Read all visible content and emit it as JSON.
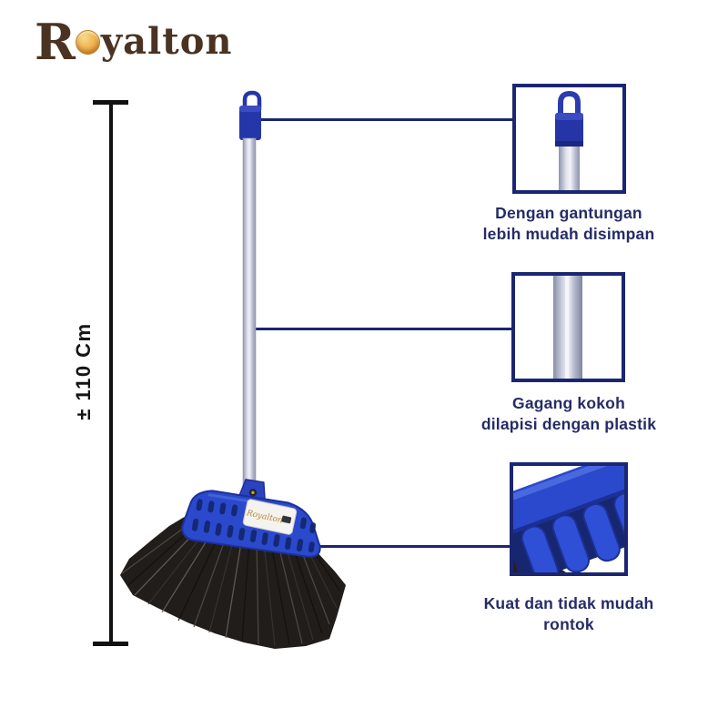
{
  "brand": {
    "name": "Royalton",
    "logo_initial": "R",
    "logo_rest": "yalton"
  },
  "measurement": {
    "height_label": "± 110 Cm"
  },
  "product": {
    "head_label": "Royalton"
  },
  "callouts": [
    {
      "feature": "hanger-tip",
      "caption_lines": [
        "Dengan gantungan",
        "lebih mudah disimpan"
      ]
    },
    {
      "feature": "plastic-coated-pole",
      "caption_lines": [
        "Gagang kokoh",
        "dilapisi dengan plastik"
      ]
    },
    {
      "feature": "durable-bristles",
      "caption_lines": [
        "Kuat dan tidak mudah",
        "rontok"
      ]
    }
  ],
  "colors": {
    "callout_navy": "#1b2670",
    "caption_text": "#252c66",
    "measure_black": "#111111",
    "broom_head_blue": "#2a49cc",
    "cap_blue": "#2437a8",
    "pole_silver": "#c9cddc",
    "bristle_black": "#201d1a",
    "logo_brown": "#4a3322",
    "coin_gold": "#e9a943"
  }
}
